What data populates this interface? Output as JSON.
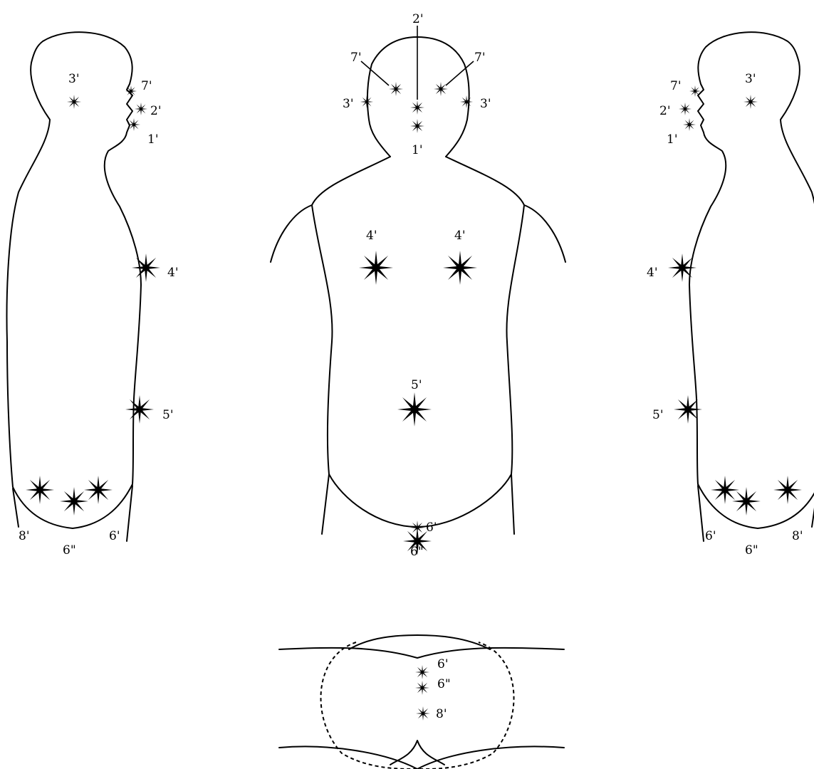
{
  "figure": {
    "labels": {
      "p1": "1'",
      "p2": "2'",
      "p3": "3'",
      "p4": "4'",
      "p5": "5'",
      "p6a": "6'",
      "p6b": "6\"",
      "p7": "7'",
      "p8": "8'"
    }
  }
}
